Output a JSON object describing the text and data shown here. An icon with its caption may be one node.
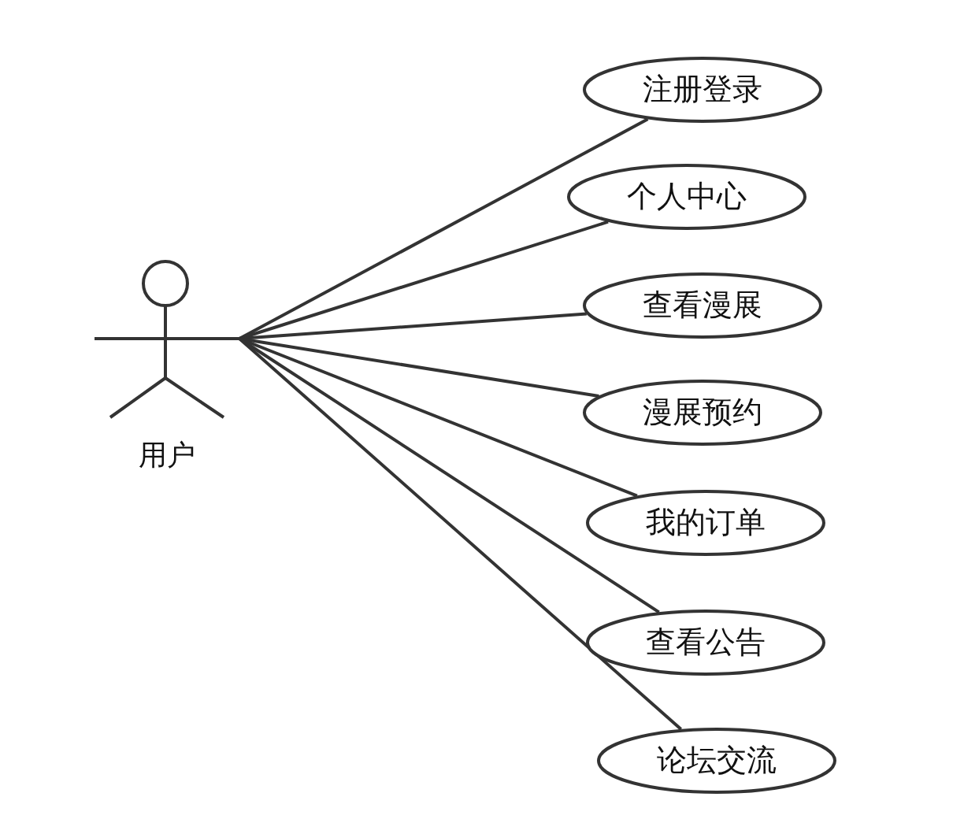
{
  "diagram": {
    "nodes": [
      {
        "text": [
          "用户"
        ]
      },
      {
        "text": [
          "注册登录"
        ]
      },
      {
        "text": [
          "个人中心"
        ]
      },
      {
        "text": [
          "查看漫展"
        ]
      },
      {
        "text": [
          "漫展预约"
        ]
      },
      {
        "text": [
          "我的订单"
        ]
      },
      {
        "text": [
          "查看公告"
        ]
      },
      {
        "text": [
          "论坛交流"
        ]
      }
    ],
    "edges": [
      {
        "from": 0,
        "to": 1,
        "arrow": "none"
      },
      {
        "from": 0,
        "to": 2,
        "arrow": "none"
      },
      {
        "from": 0,
        "to": 3,
        "arrow": "none"
      },
      {
        "from": 0,
        "to": 4,
        "arrow": "none"
      },
      {
        "from": 0,
        "to": 5,
        "arrow": "none"
      },
      {
        "from": 0,
        "to": 6,
        "arrow": "none"
      },
      {
        "from": 0,
        "to": 7,
        "arrow": "none"
      }
    ]
  }
}
